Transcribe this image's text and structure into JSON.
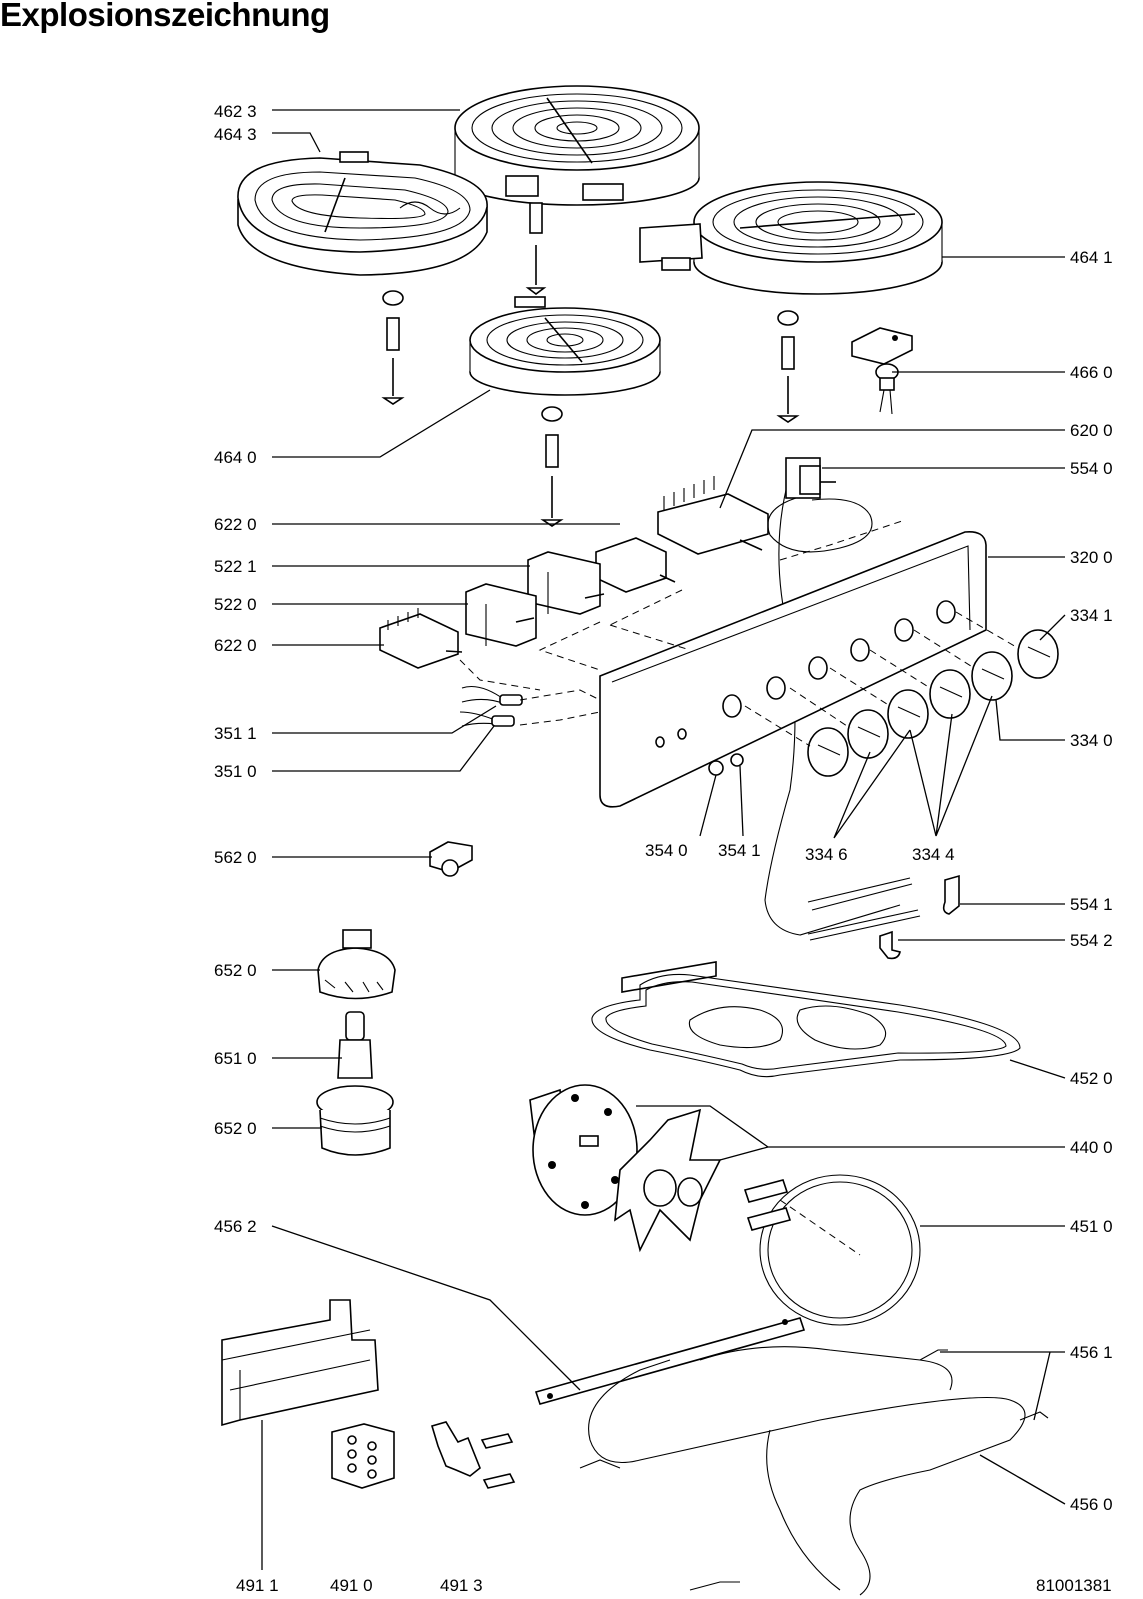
{
  "title": "Explosionszeichnung",
  "drawing_number": "81001381",
  "labels": {
    "p4623": "462 3",
    "p4643": "464 3",
    "p4641": "464 1",
    "p4660": "466 0",
    "p4640": "464 0",
    "p6200": "620 0",
    "p5540": "554 0",
    "p6220a": "622 0",
    "p5221": "522 1",
    "p3200": "320 0",
    "p5220": "522 0",
    "p3341": "334 1",
    "p6220b": "622 0",
    "p3511": "351 1",
    "p3340": "334 0",
    "p3510": "351 0",
    "p3540": "354 0",
    "p3541": "354 1",
    "p3346": "334 6",
    "p3344": "334 4",
    "p5620": "562 0",
    "p5541": "554 1",
    "p5542": "554 2",
    "p6520a": "652 0",
    "p6510": "651 0",
    "p4520": "452 0",
    "p6520b": "652 0",
    "p4400": "440 0",
    "p4562": "456 2",
    "p4510": "451 0",
    "p4561": "456 1",
    "p4560": "456 0",
    "p4911": "491 1",
    "p4910": "491 0",
    "p4913": "491 3"
  }
}
